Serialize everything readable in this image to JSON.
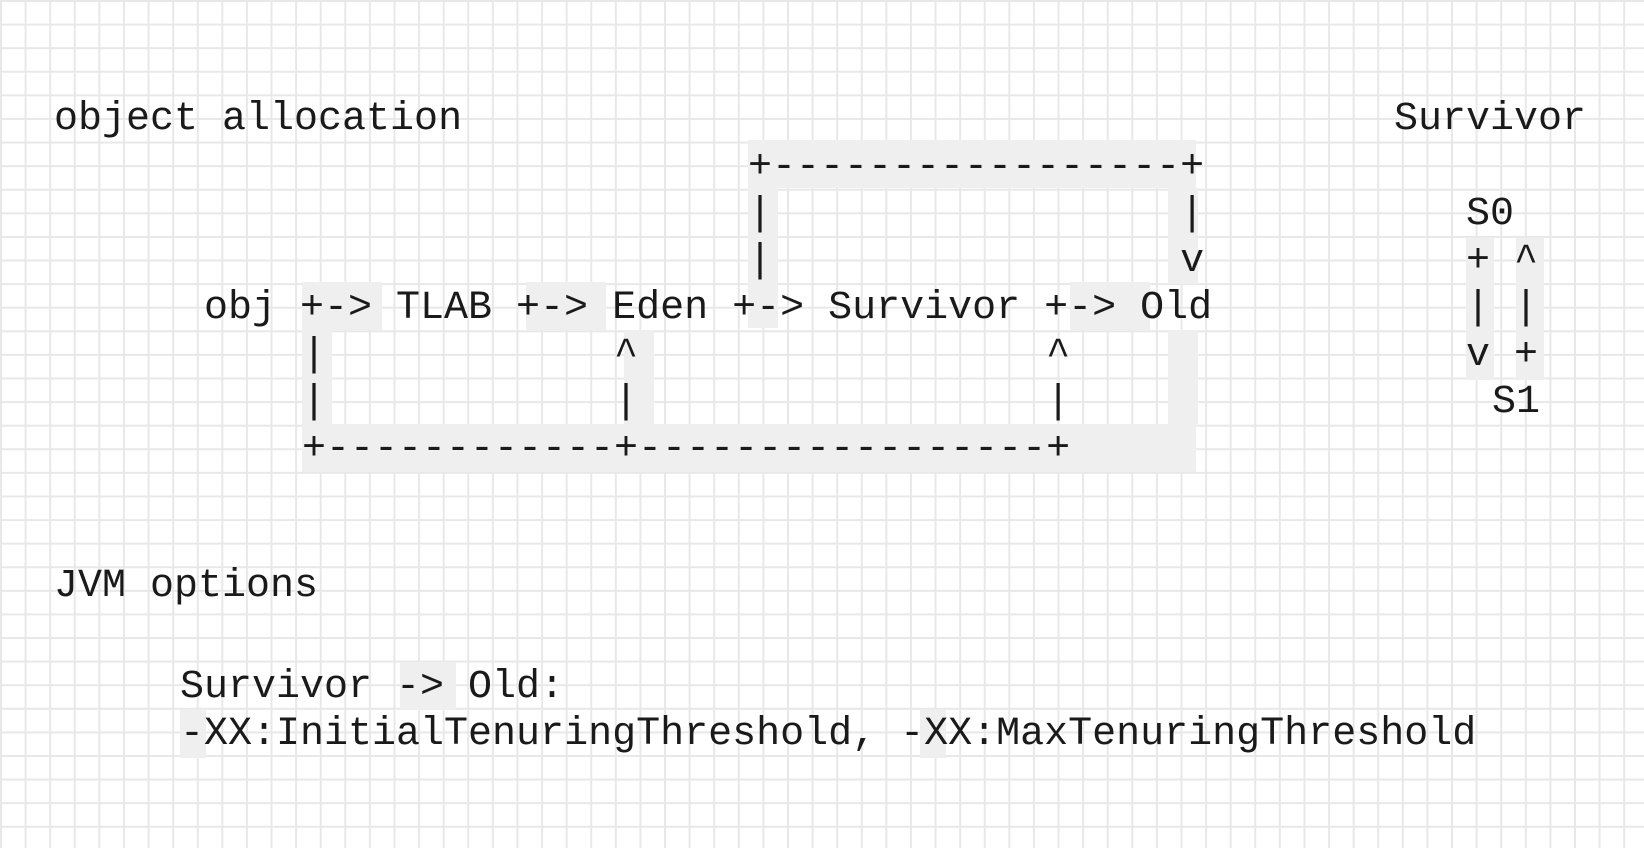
{
  "headings": {
    "allocation": "object allocation",
    "survivor": "Survivor",
    "jvm_options": "JVM options"
  },
  "flow": {
    "top_line": "+-----------------+",
    "top_bars": "|                 |",
    "top_v": "|                 v",
    "main_line": "obj +-> TLAB +-> Eden +-> Survivor +-> Old",
    "carets": "|            ^                 ^",
    "lower_bars": "|            |                 |",
    "bottom_line": "+------------+-----------------+"
  },
  "survivor_spaces": {
    "s0": "S0",
    "row_plus_caret": "+ ^",
    "row_bars": "| |",
    "row_v_plus": "v +",
    "s1": "S1"
  },
  "options": {
    "rule": "Survivor -> Old:",
    "flags": "-XX:InitialTenuringThreshold, -XX:MaxTenuringThreshold"
  }
}
